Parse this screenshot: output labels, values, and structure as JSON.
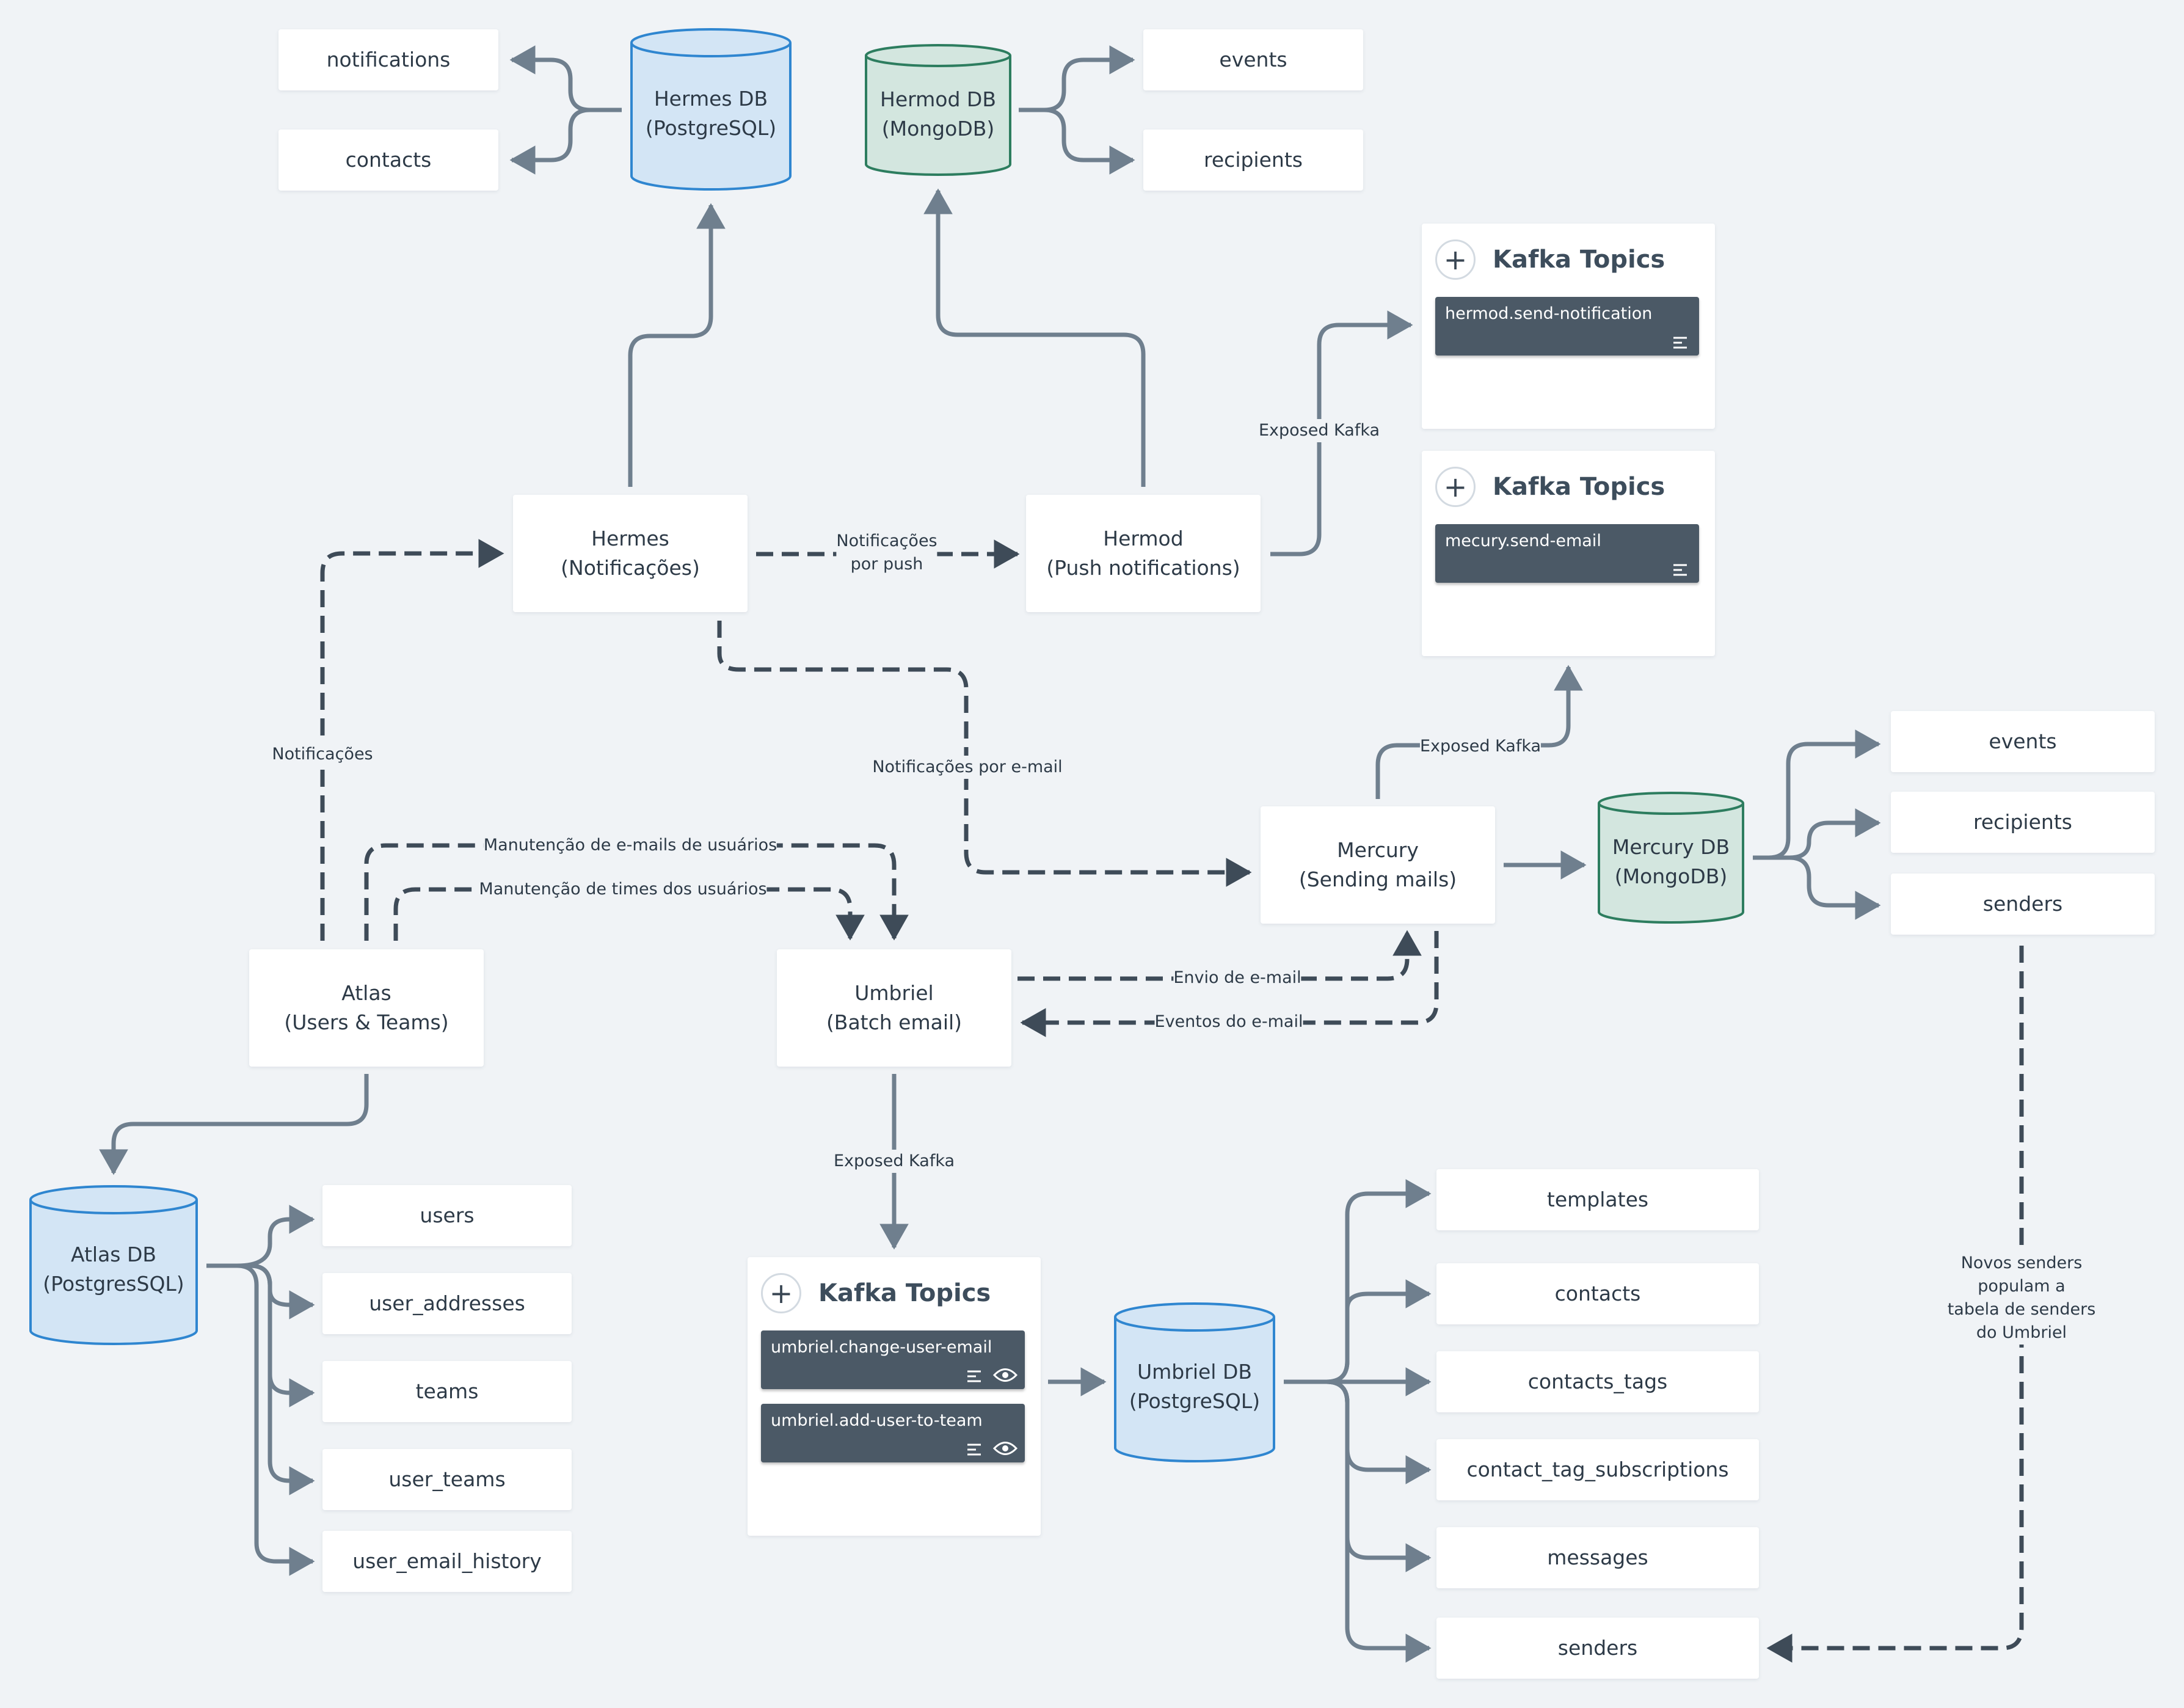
{
  "colors": {
    "background": "#f0f3f6",
    "edge": "#6f7f8e",
    "dashed_edge": "#3e4b58",
    "postgres_fill": "#d3e5f5",
    "postgres_stroke": "#2f86d0",
    "mongo_fill": "#d3e6df",
    "mongo_stroke": "#2d7d5f",
    "topic_fill": "#4b5966"
  },
  "services": {
    "hermes": {
      "line1": "Hermes",
      "line2": "(Notificações)"
    },
    "hermod": {
      "line1": "Hermod",
      "line2": "(Push notifications)"
    },
    "mercury": {
      "line1": "Mercury",
      "line2": "(Sending mails)"
    },
    "atlas": {
      "line1": "Atlas",
      "line2": "(Users & Teams)"
    },
    "umbriel": {
      "line1": "Umbriel",
      "line2": "(Batch email)"
    }
  },
  "databases": {
    "hermes_db": {
      "line1": "Hermes DB",
      "line2": "(PostgreSQL)",
      "kind": "postgres"
    },
    "hermod_db": {
      "line1": "Hermod DB",
      "line2": "(MongoDB)",
      "kind": "mongo"
    },
    "mercury_db": {
      "line1": "Mercury DB",
      "line2": "(MongoDB)",
      "kind": "mongo"
    },
    "atlas_db": {
      "line1": "Atlas DB",
      "line2": "(PostgresSQL)",
      "kind": "postgres"
    },
    "umbriel_db": {
      "line1": "Umbriel DB",
      "line2": "(PostgreSQL)",
      "kind": "postgres"
    }
  },
  "tables": {
    "hermes": [
      "notifications",
      "contacts"
    ],
    "hermod": [
      "events",
      "recipients"
    ],
    "mercury": [
      "events",
      "recipients",
      "senders"
    ],
    "atlas": [
      "users",
      "user_addresses",
      "teams",
      "user_teams",
      "user_email_history"
    ],
    "umbriel": [
      "templates",
      "contacts",
      "contacts_tags",
      "contact_tag_subscriptions",
      "messages",
      "senders"
    ]
  },
  "kafka_panels": {
    "title": "Kafka Topics",
    "plus_icon": "+",
    "hermod": [
      "hermod.send-notification"
    ],
    "mercury": [
      "mecury.send-email"
    ],
    "umbriel": [
      "umbriel.change-user-email",
      "umbriel.add-user-to-team"
    ]
  },
  "edge_labels": {
    "exposed_kafka": "Exposed Kafka",
    "notificacoes_push_1": "Notificações",
    "notificacoes_push_2": "por push",
    "notificacoes": "Notificações",
    "notificacoes_email": "Notificações por e-mail",
    "manutencao_emails": "Manutenção de e-mails de usuários",
    "manutencao_times": "Manutenção de times dos usuários",
    "envio_email": "Envio de e-mail",
    "eventos_email": "Eventos do e-mail",
    "novos_senders_1": "Novos senders populam a",
    "novos_senders_2": "tabela de senders do Umbriel"
  },
  "icons": {
    "topic_details": "lines-icon",
    "topic_view": "eye-icon",
    "kafka_add": "plus-icon"
  }
}
